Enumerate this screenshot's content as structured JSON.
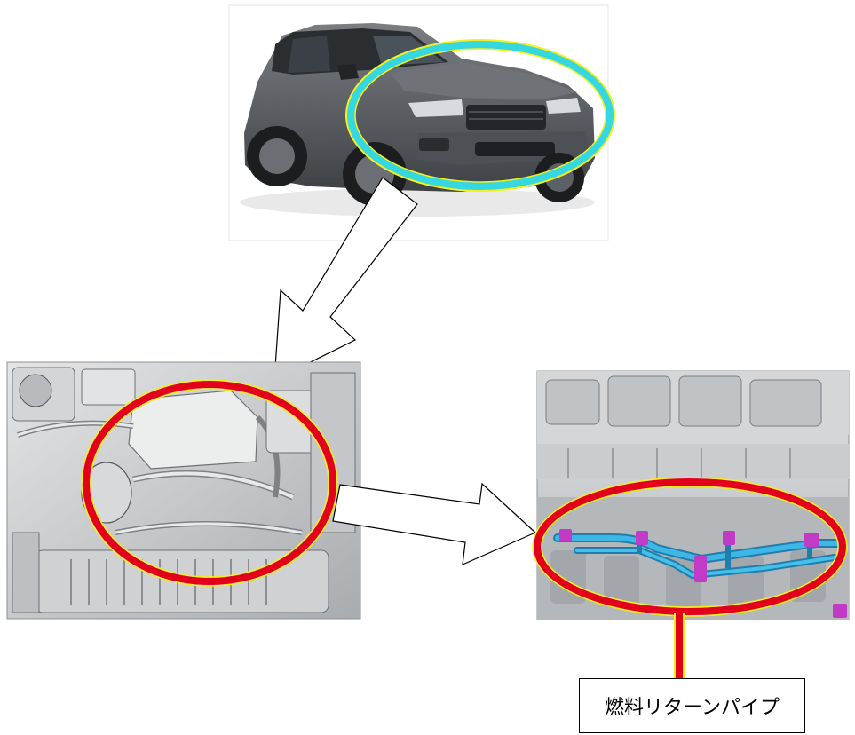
{
  "figure": {
    "callout_label": "燃料リターンパイプ"
  },
  "colors": {
    "highlight_cyan": "#35d7e0",
    "highlight_red": "#e3001b",
    "highlight_yellow": "#f5ef1c",
    "fuel_pipe_blue": "#2fa6da",
    "clip_magenta": "#c13bc7",
    "car_body": "#5e6266",
    "engine_grey": "#c9cbcd"
  },
  "icons": [
    "car-photo",
    "engine-bay-illustration",
    "fuel-rail-closeup",
    "arrow-right",
    "arrow-down-left"
  ]
}
